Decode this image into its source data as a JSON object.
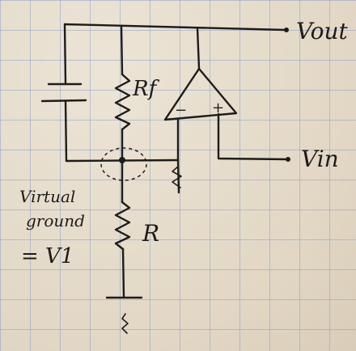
{
  "labels": {
    "vout": "Vout",
    "vin": "Vin",
    "rf": "Rf",
    "r": "R",
    "minus": "−",
    "plus": "+",
    "note_line1": "Virtual",
    "note_line2": "ground",
    "note_line3": "= V1"
  },
  "colors": {
    "paper": "#e7ddcd",
    "grid": "#7896c8",
    "ink": "#1e1c1a"
  }
}
